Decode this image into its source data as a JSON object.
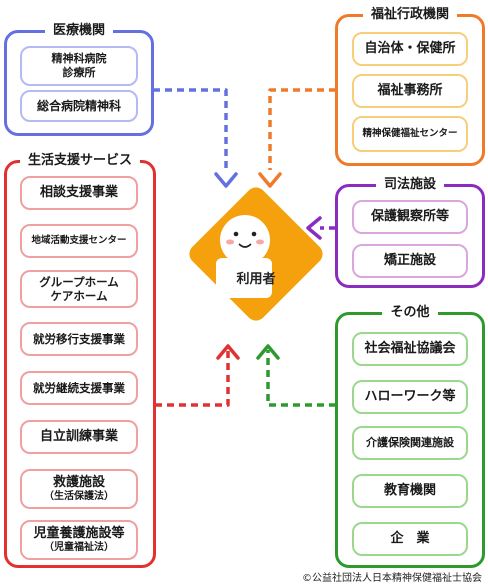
{
  "colors": {
    "medical": "#6470e0",
    "medical_item": "#b4baf2",
    "admin": "#ef7a2a",
    "admin_item": "#f7cf79",
    "judicial": "#8a2cc0",
    "judicial_item": "#d9a7de",
    "life": "#e23131",
    "life_item": "#f0a0a0",
    "other": "#2e9a2e",
    "other_item": "#9bd88e",
    "center": "#f5a00d"
  },
  "medical": {
    "title": "医療機関",
    "items": [
      "精神科病院\n診療所",
      "総合病院精神科"
    ]
  },
  "admin": {
    "title": "福祉行政機関",
    "items": [
      "自治体・保健所",
      "福祉事務所",
      "精神保健福祉センター"
    ]
  },
  "judicial": {
    "title": "司法施設",
    "items": [
      "保護観察所等",
      "矯正施設"
    ]
  },
  "life": {
    "title": "生活支援サービス",
    "items": [
      {
        "label": "相談支援事業"
      },
      {
        "label": "地域活動支援センター"
      },
      {
        "label": "グループホーム\nケアホーム"
      },
      {
        "label": "就労移行支援事業"
      },
      {
        "label": "就労継続支援事業"
      },
      {
        "label": "自立訓練事業"
      },
      {
        "label": "救護施設",
        "sub": "（生活保護法）"
      },
      {
        "label": "児童養護施設等",
        "sub": "（児童福祉法）"
      }
    ]
  },
  "other": {
    "title": "その他",
    "items": [
      "社会福祉協議会",
      "ハローワーク等",
      "介護保険関連施設",
      "教育機関",
      "企　業"
    ]
  },
  "center": {
    "label": "利用者"
  },
  "copyright": "©公益社団法人日本精神保健福祉士協会"
}
